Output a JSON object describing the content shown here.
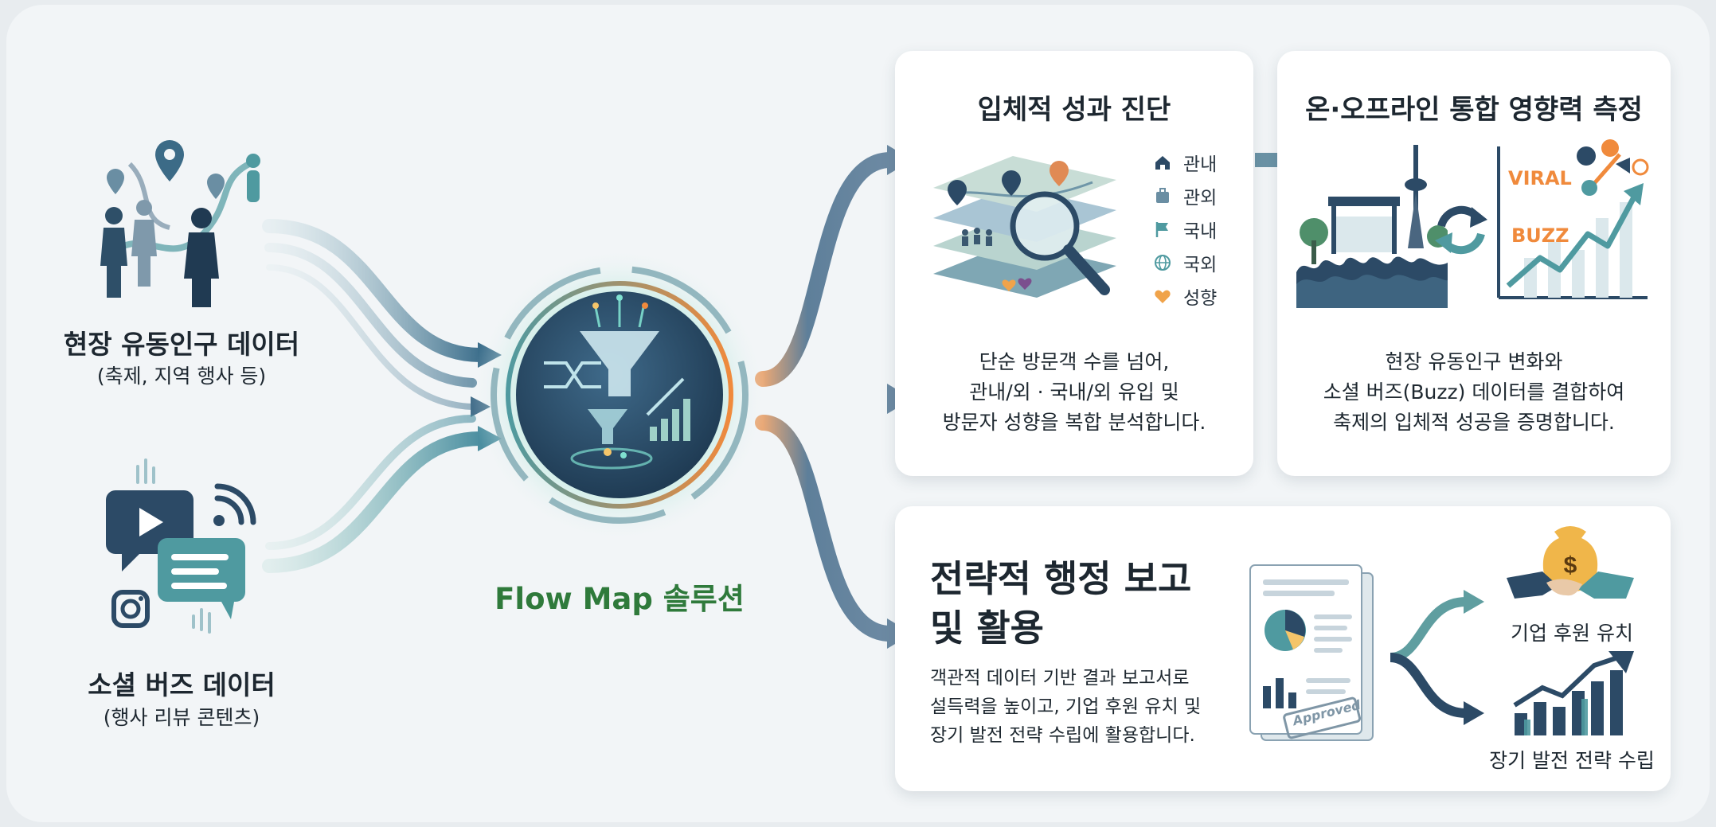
{
  "sources": {
    "field": {
      "title": "현장 유동인구 데이터",
      "subtitle": "(축제, 지역 행사 등)",
      "icon": "people-location-icon"
    },
    "social": {
      "title": "소셜 버즈 데이터",
      "subtitle": "(행사 리뷰 콘텐츠)",
      "icon": "social-media-icon"
    }
  },
  "solution": {
    "label": "Flow Map 솔루션",
    "label_color": "#2f7a3b",
    "icon": "funnel-analysis-icon"
  },
  "cards": {
    "diagnosis": {
      "title": "입체적 성과 진단",
      "legend": [
        {
          "icon": "home-icon",
          "label": "관내"
        },
        {
          "icon": "luggage-icon",
          "label": "관외"
        },
        {
          "icon": "flag-icon",
          "label": "국내"
        },
        {
          "icon": "globe-icon",
          "label": "국외"
        },
        {
          "icon": "heart-icon",
          "label": "성향"
        }
      ],
      "body": [
        "단순 방문객 수를 넘어,",
        "관내/외 · 국내/외 유입 및",
        "방문자 성향을 복합 분석합니다."
      ]
    },
    "impact": {
      "title": "온·오프라인 통합 영향력 측정",
      "tags": {
        "viral": "VIRAL",
        "buzz": "BUZZ"
      },
      "body": [
        "현장 유동인구 변화와",
        "소셜 버즈(Buzz) 데이터를 결합하여",
        "축제의 입체적 성공을 증명합니다."
      ]
    },
    "report": {
      "title_lines": [
        "전략적 행정 보고",
        "및 활용"
      ],
      "body": [
        "객관적 데이터 기반 결과 보고서로",
        "설득력을 높이고, 기업 후원 유치 및",
        "장기 발전 전략 수립에 활용합니다."
      ],
      "stamp": "Approved",
      "outcomes": [
        {
          "icon": "handshake-money-icon",
          "label": "기업 후원 유치"
        },
        {
          "icon": "growth-chart-icon",
          "label": "장기 발전 전략 수립"
        }
      ]
    }
  },
  "colors": {
    "teal": "#5f9ea0",
    "navy": "#2c4a66",
    "orange": "#f08a3c",
    "arrow": "#5b7590"
  }
}
